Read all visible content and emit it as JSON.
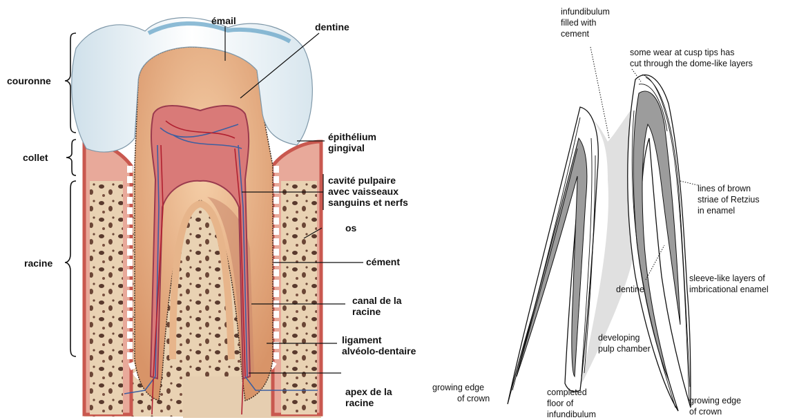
{
  "left_diagram": {
    "brackets": {
      "couronne": "couronne",
      "collet": "collet",
      "racine": "racine"
    },
    "labels": {
      "email": "émail",
      "dentine": "dentine",
      "epithelium_1": "épithélium",
      "epithelium_2": "gingival",
      "cavite_1": "cavité pulpaire",
      "cavite_2": "avec vaisseaux",
      "cavite_3": "sanguins et nerfs",
      "os": "os",
      "cement": "cément",
      "canal_1": "canal de la",
      "canal_2": "racine",
      "ligament_1": "ligament",
      "ligament_2": "alvéolo-dentaire",
      "apex_1": "apex de la",
      "apex_2": "racine"
    }
  },
  "right_diagram": {
    "labels": {
      "infund_1": "infundibulum",
      "infund_2": "filled with",
      "infund_3": "cement",
      "wear_1": "some wear at cusp tips has",
      "wear_2": "cut through the dome-like layers",
      "lines_1": "lines of brown",
      "lines_2": "striae of Retzius",
      "lines_3": "in enamel",
      "sleeve_1": "sleeve-like layers of",
      "sleeve_2": "imbricational enamel",
      "dentine": "dentine",
      "pulp_1": "developing",
      "pulp_2": "pulp chamber",
      "grow_l_1": "growing edge",
      "grow_l_2": "of crown",
      "floor_1": "completed",
      "floor_2": "floor of",
      "floor_3": "infundibulum",
      "grow_r_1": "growing edge",
      "grow_r_2": "of crown"
    }
  },
  "colors": {
    "enamel": "#eef4f8",
    "dentine": "#e8b48a",
    "pulp": "#c9586a",
    "gum": "#d9706a",
    "bone": "#e7cfae",
    "dentine_gray": "#9c9c9c",
    "cement_gray": "#e0e0e0"
  }
}
